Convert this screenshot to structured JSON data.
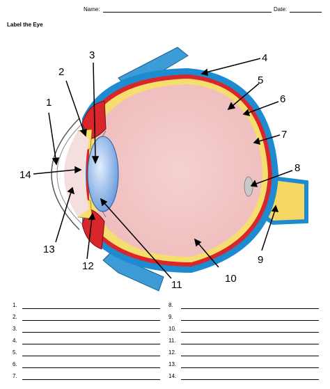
{
  "header": {
    "name_label": "Name:",
    "date_label": "Date:"
  },
  "title": "Label the Eye",
  "diagram_numbers": [
    "1",
    "2",
    "3",
    "4",
    "5",
    "6",
    "7",
    "8",
    "9",
    "10",
    "11",
    "12",
    "13",
    "14"
  ],
  "answers": {
    "left": [
      "1.",
      "2.",
      "3.",
      "4.",
      "5.",
      "6.",
      "7."
    ],
    "right": [
      "8.",
      "9.",
      "10.",
      "11.",
      "12.",
      "13.",
      "14."
    ]
  },
  "colors": {
    "sclera_blue": "#1e8bd0",
    "choroid_red": "#d9262b",
    "retina_yellow": "#f5dd6e",
    "vitreous_pink": "#f0c0c0",
    "lens_blue": "#7fb0e6",
    "muscle_blue": "#3a9bd6",
    "optic_nerve": "#f7d862"
  }
}
